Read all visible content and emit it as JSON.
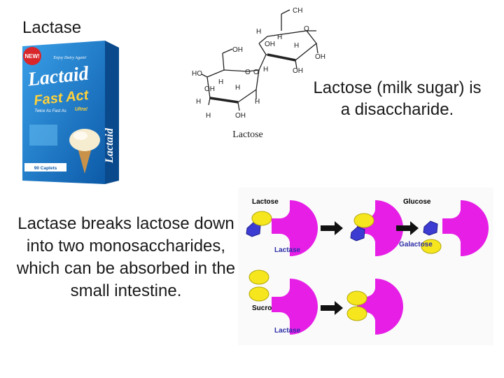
{
  "slide": {
    "title": "Lactase",
    "lactose_description": "Lactose (milk sugar) is a disaccharide.",
    "breakdown_description": "Lactase breaks lactose down into two monosaccharides, which can be absorbed in the small intestine."
  },
  "product_box": {
    "corner_badge": "NEW!",
    "tagline": "Enjoy Dairy Again!",
    "brand": "Lactaid",
    "product": "Fast Act",
    "subtitle_plain": "Twice As Fast As",
    "subtitle_emph": "Ultra!",
    "side_text": "Lactaid",
    "count_label": "90 Caplets"
  },
  "structure": {
    "caption": "Lactose",
    "atoms": {
      "ch2oh_top": "CH",
      "h": "H",
      "o": "O",
      "oh": "OH",
      "ho": "HO"
    }
  },
  "diagram": {
    "labels": {
      "lactose": "Lactose",
      "lactase_top": "Lactase",
      "glucose": "Glucose",
      "galactose": "Galactose",
      "sucrose": "Sucrose",
      "lactase_bottom": "Lactase"
    },
    "colors": {
      "enzyme": "#e61ee6",
      "glucose": "#3c3cd2",
      "galactose": "#f5e61e",
      "arrow": "#111111",
      "label": "#2d2da8"
    }
  }
}
